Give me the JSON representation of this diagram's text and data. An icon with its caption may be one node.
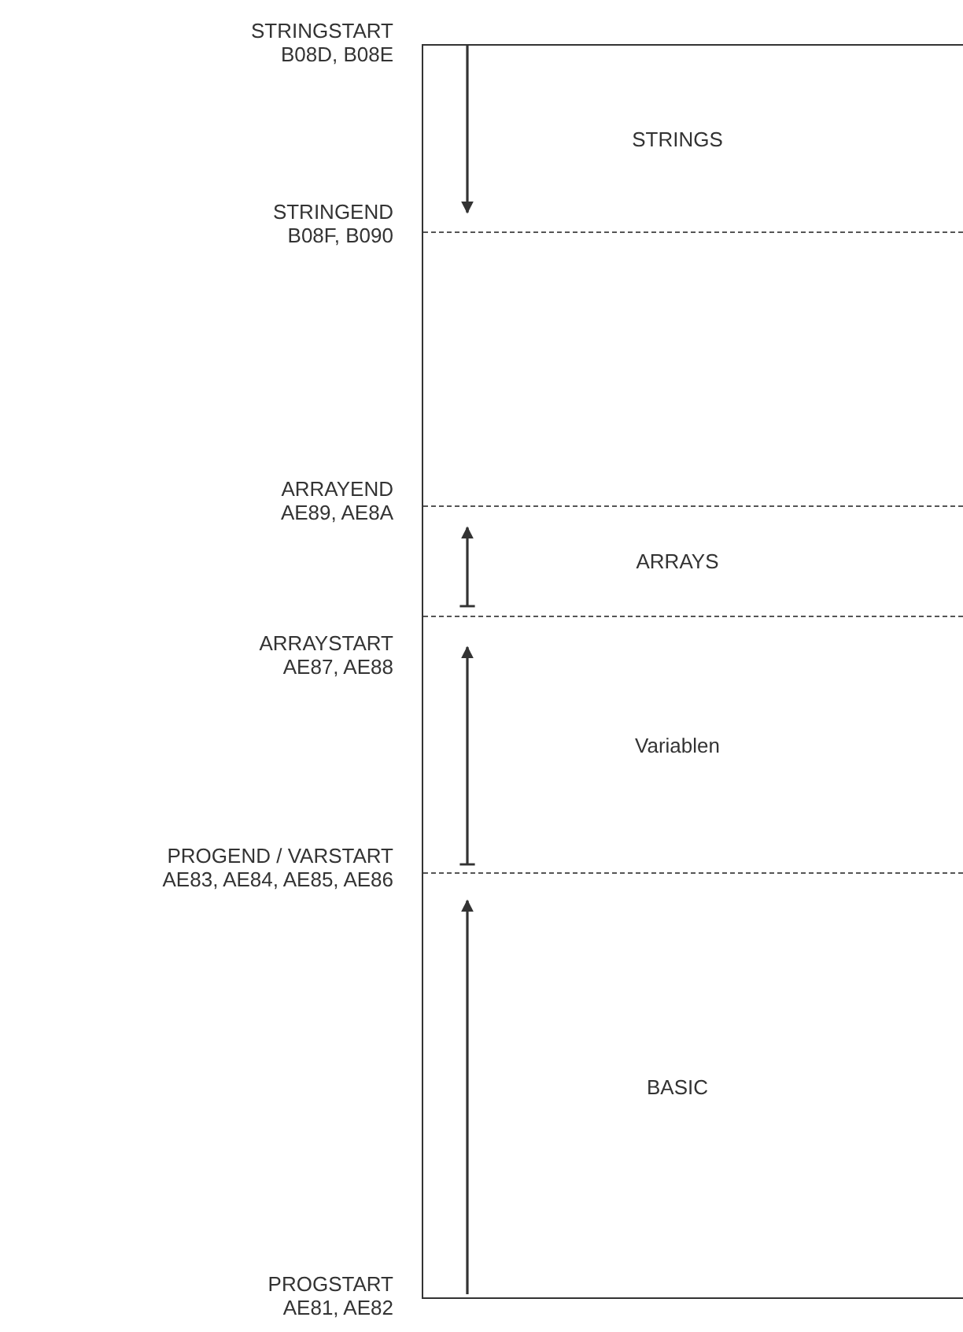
{
  "diagram": {
    "nodes": [
      {
        "text": [
          "STRINGS"
        ]
      },
      {
        "text": [],
        "shape": "box"
      },
      {
        "text": [
          "ARRAYS"
        ]
      },
      {
        "text": [
          "Variablen"
        ]
      },
      {
        "text": [
          "BASIC"
        ]
      }
    ],
    "labels": [
      "STRINGSTART",
      "B08D, B08E",
      "STRINGEND",
      "B08F, B090",
      "ARRAYEND",
      "AE89, AE8A",
      "ARRAYSTART",
      "AE87, AE88",
      "PROGEND / VARSTART",
      "AE83, AE84, AE85, AE86",
      "PROGSTART",
      "AE81, AE82"
    ]
  }
}
